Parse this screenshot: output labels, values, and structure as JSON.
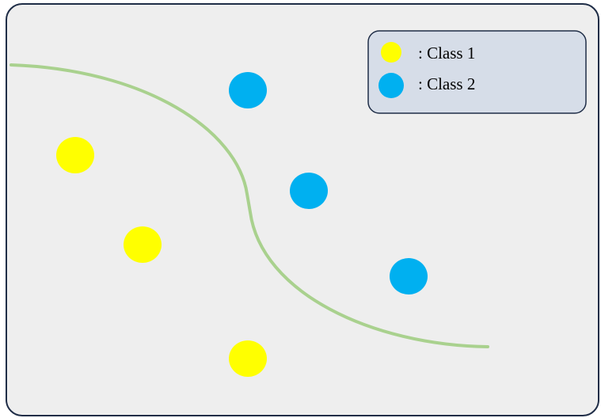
{
  "colors": {
    "background": "#eeeeee",
    "frame_border": "#1f2d47",
    "legend_background": "#d6dde8",
    "legend_border": "#1f2d47",
    "class1": "#ffff00",
    "class2": "#00b0f0",
    "boundary": "#a9d18e"
  },
  "legend": {
    "items": [
      {
        "label": ": Class 1",
        "color_key": "class1"
      },
      {
        "label": ": Class 2",
        "color_key": "class2"
      }
    ]
  },
  "points": {
    "class1_count": 3,
    "class2_count": 3
  }
}
